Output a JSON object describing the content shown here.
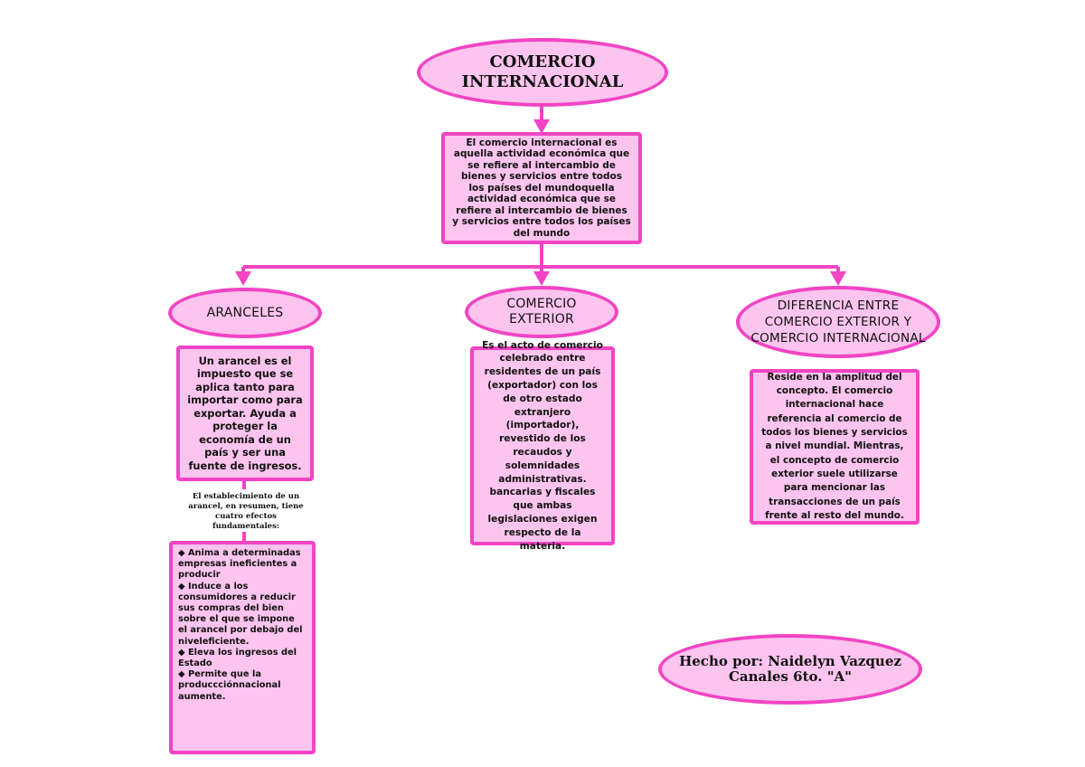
{
  "diagram": {
    "title": "COMERCIO INTERNACIONAL",
    "definition": "El comercio internacional es aquella actividad económica que se refiere al intercambio de bienes y servicios entre todos los países del mundoquella actividad económica que se refiere al intercambio de bienes y servicios entre todos los países del mundo",
    "branches": [
      {
        "heading": "ARANCELES",
        "body": "Un arancel es el impuesto que se aplica tanto para importar como para exportar. Ayuda a proteger la economía de un país y ser una fuente de ingresos.",
        "note": "El establecimiento de un arancel, en resumen, tiene cuatro efectos fundamentales:",
        "effects": [
          "Anima a determinadas empresas ineficientes a producir",
          "Induce a los consumidores a reducir sus compras del bien sobre el que se impone el arancel por debajo del niveleficiente.",
          "Eleva los ingresos del Estado",
          "Permite que la produccciónnacional aumente."
        ]
      },
      {
        "heading": "COMERCIO EXTERIOR",
        "body": "Es el acto de comercio celebrado entre residentes de un país (exportador) con los de otro estado extranjero (importador), revestido de los recaudos y solemnidades administrativas. bancarias y fiscales que ambas legislaciones exigen respecto de la materia."
      },
      {
        "heading": "DIFERENCIA ENTRE COMERCIO EXTERIOR Y COMERCIO INTERNACIONAL",
        "body": "Reside en la amplitud del concepto. El comercio internacional hace referencia al comercio de todos los bienes y servicios a nivel mundial. Mientras, el concepto de comercio exterior suele utilizarse para mencionar las transacciones de un país frente al resto del mundo."
      }
    ],
    "author": "Hecho por: Naidelyn Vazquez Canales 6to. \"A\""
  },
  "colors": {
    "fill": "#fcc4ee",
    "border": "#f244c4",
    "connector": "#f244c4",
    "text": "#111111"
  }
}
